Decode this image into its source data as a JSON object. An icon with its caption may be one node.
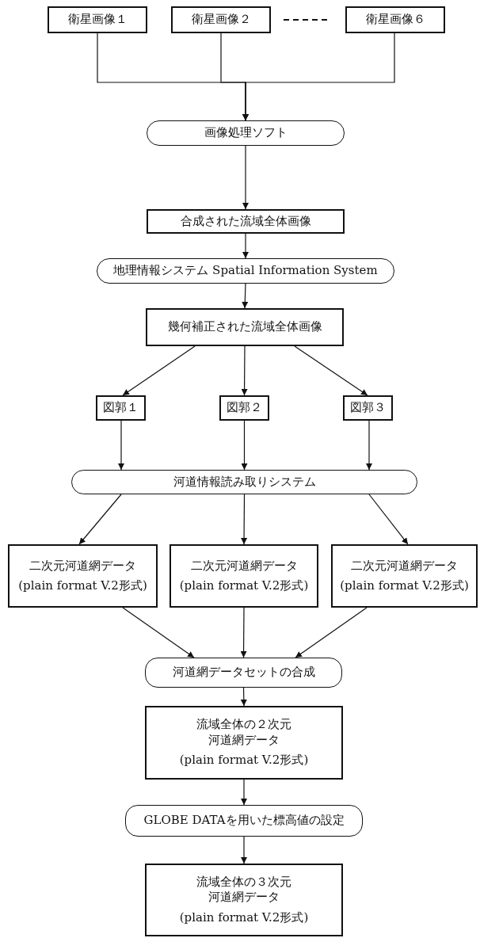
{
  "diagram": {
    "nodes": [
      {
        "text": [
          "衛星画像１"
        ]
      },
      {
        "text": [
          "衛星画像２"
        ]
      },
      {
        "text": [
          "衛星画像６"
        ]
      },
      {
        "text": [
          "画像処理ソフト"
        ]
      },
      {
        "text": [
          "合成された流域全体画像"
        ]
      },
      {
        "text": [
          "地理情報システム Spatial Information System"
        ]
      },
      {
        "text": [
          "幾何補正された流域全体画像"
        ]
      },
      {
        "text": [
          "図郭１"
        ]
      },
      {
        "text": [
          "図郭２"
        ]
      },
      {
        "text": [
          "図郭３"
        ]
      },
      {
        "text": [
          "河道情報読み取りシステム"
        ]
      },
      {
        "text": [
          "二次元河道網データ",
          "(plain format V.2形式)"
        ]
      },
      {
        "text": [
          "二次元河道網データ",
          "(plain format V.2形式)"
        ]
      },
      {
        "text": [
          "二次元河道網データ",
          "(plain format V.2形式)"
        ]
      },
      {
        "text": [
          "河道網データセットの合成"
        ]
      },
      {
        "text": [
          "流域全体の２次元河道網データ",
          "(plain format V.2形式)"
        ]
      },
      {
        "text": [
          "GLOBE DATAを用いた標高値の設定"
        ]
      },
      {
        "text": [
          "流域全体の３次元河道網データ",
          "(plain format V.2形式)"
        ]
      }
    ],
    "edges": [
      {
        "from": 0,
        "to": 3,
        "arrow": "to"
      },
      {
        "from": 1,
        "to": 3,
        "arrow": "to"
      },
      {
        "from": 2,
        "to": 3,
        "arrow": "to"
      },
      {
        "from": 3,
        "to": 4,
        "arrow": "to"
      },
      {
        "from": 4,
        "to": 5,
        "arrow": "to"
      },
      {
        "from": 5,
        "to": 6,
        "arrow": "to"
      },
      {
        "from": 6,
        "to": 7,
        "arrow": "to"
      },
      {
        "from": 6,
        "to": 8,
        "arrow": "to"
      },
      {
        "from": 6,
        "to": 9,
        "arrow": "to"
      },
      {
        "from": 7,
        "to": 10,
        "arrow": "to"
      },
      {
        "from": 8,
        "to": 10,
        "arrow": "to"
      },
      {
        "from": 9,
        "to": 10,
        "arrow": "to"
      },
      {
        "from": 10,
        "to": 11,
        "arrow": "to"
      },
      {
        "from": 10,
        "to": 12,
        "arrow": "to"
      },
      {
        "from": 10,
        "to": 13,
        "arrow": "to"
      },
      {
        "from": 11,
        "to": 14,
        "arrow": "to"
      },
      {
        "from": 12,
        "to": 14,
        "arrow": "to"
      },
      {
        "from": 13,
        "to": 14,
        "arrow": "to"
      },
      {
        "from": 14,
        "to": 15,
        "arrow": "to"
      },
      {
        "from": 15,
        "to": 16,
        "arrow": "to"
      },
      {
        "from": 16,
        "to": 17,
        "arrow": "to"
      }
    ]
  }
}
